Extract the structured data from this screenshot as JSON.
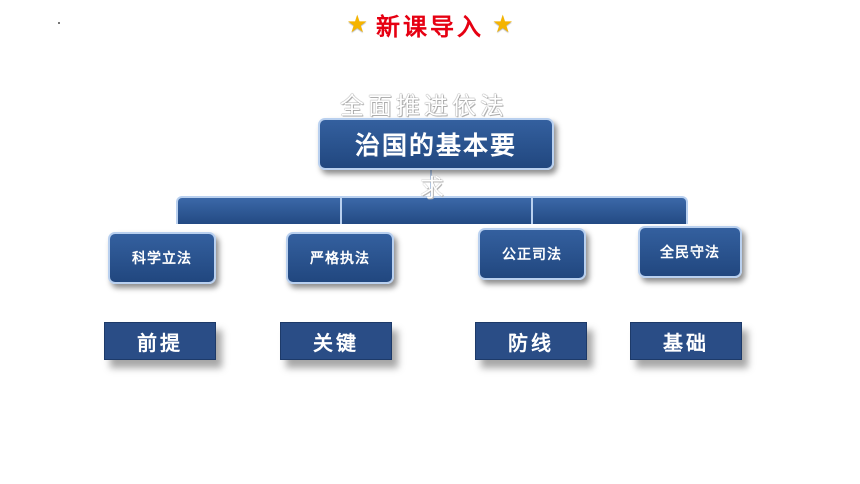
{
  "header": {
    "title": "新课导入",
    "star_icon": "star-icon"
  },
  "ghost_text": {
    "line1": "全面推进依法",
    "line2": "求"
  },
  "root": {
    "label": "治国的基本要"
  },
  "children": [
    {
      "label": "科学立法",
      "role": "前提"
    },
    {
      "label": "严格执法",
      "role": "关键"
    },
    {
      "label": "公正司法",
      "role": "防线"
    },
    {
      "label": "全民守法",
      "role": "基础"
    }
  ],
  "colors": {
    "box": "#2a5190",
    "border": "#b9d0ef",
    "title": "#e60012",
    "star": "#f5b400"
  }
}
